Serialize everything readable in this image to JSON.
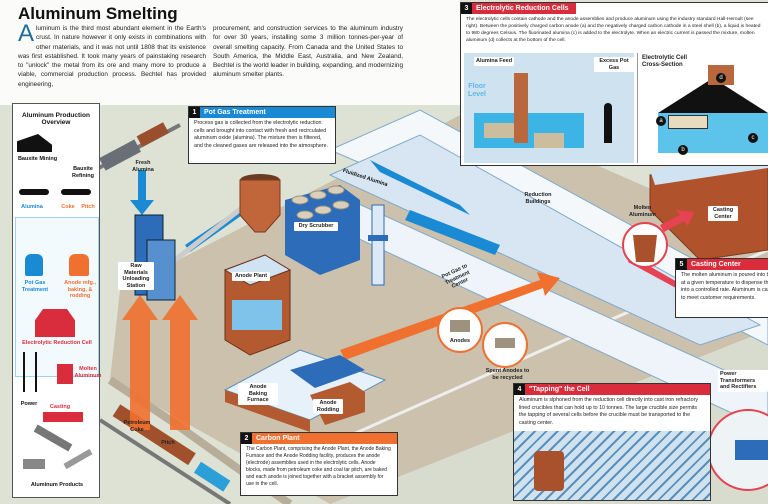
{
  "title": "Aluminum Smelting",
  "intro": {
    "dropcap": "A",
    "col1": "luminum is the third most abundant element in the Earth's crust. In nature however it only exists in combinations with other materials, and it was not until 1808 that its existence was first established. It took many years of painstaking research to \"unlock\" the metal from its ore and many more to produce a viable, commercial production process. Bechtel has provided engineering,",
    "col2": "procurement, and construction services to the aluminum industry for over 30 years, installing some 3 million tonnes-per-year of overall smelting capacity. From Canada and the United States to South America, the Middle East, Australia, and New Zealand, Bechtel is the world leader in building, expanding, and modernizing aluminum smelter plants."
  },
  "overview": {
    "title": "Aluminum Production Overview",
    "bauxite_mining": "Bauxite Mining",
    "bauxite_refining": "Bauxite Refining",
    "alumina": "Alumina",
    "coke": "Coke",
    "pitch": "Pitch",
    "pot_gas": "Pot Gas Treatment",
    "anode_mfg": "Anode mfg., baking, & rodding",
    "cell": "Electrolytic Reduction Cell",
    "molten": "Molten Aluminum",
    "power": "Power",
    "casting": "Casting",
    "products": "Aluminum Products"
  },
  "callouts": [
    {
      "num": "1",
      "title": "Pot Gas Treatment",
      "color": "#1a8ad4",
      "text": "Process gas is collected from the electrolytic reduction cells and brought into contact with fresh and recirculated aluminum oxide (alumina). The mixture then is filtered, and the cleaned gases are released into the atmosphere."
    },
    {
      "num": "2",
      "title": "Carbon Plant",
      "color": "#f07030",
      "text": "The Carbon Plant, comprising the Anode Plant, the Anode Baking Furnace and the Anode Rodding facility, produces the anode (electrode) assemblies used in the electrolytic cells. Anode blocks, made from petroleum coke and coal tar pitch, are baked and each anode is joined together with a bracket assembly for use in the cell."
    },
    {
      "num": "3",
      "title": "Electrolytic Reduction Cells",
      "color": "#d92c3c",
      "text": "The electrolytic cells contain cathode and the anode assemblies and produce aluminum using the industry standard Hall-Heroult (see right). Between the positively charged carbon anode (a) and the negatively charged carbon cathode in a steel shell (b), a liquid is heated to 980 degrees Celsius. The fluorinated alumina (c) is added to the electrolyte. When an electric current is passed the mixture, molten aluminum (d) collects at the bottom of the cell."
    },
    {
      "num": "4",
      "title": "\"Tapping\" the Cell",
      "color": "#d92c3c",
      "text": "Aluminum is siphoned from the reduction cell directly into cast iron refractory lined crucibles that can hold up to 10 tonnes. The large crucible size permits the tapping of several cells before the crucible must be transported to the casting center."
    },
    {
      "num": "5",
      "title": "Casting Center",
      "color": "#d92c3c",
      "text": "The molten aluminum is poured into the molten metal at a given temperature to dispense the liquid aluminum into a controlled rate. Aluminum is cast into and sizes to meet customer requirements."
    }
  ],
  "cell_diagram": {
    "alumina_feed": "Alumina Feed",
    "excess_pot_gas": "Excess Pot Gas",
    "floor_level": "Floor Level",
    "cross_section": "Electrolytic Cell Cross-Section",
    "markers": [
      "a",
      "b",
      "c",
      "d"
    ]
  },
  "labels": {
    "fresh_alumina": "Fresh Alumina",
    "raw_materials": "Raw Materials Unloading Station",
    "anode_plant": "Anode Plant",
    "dry_scrubber": "Dry Scrubber",
    "fluidized_alumina": "Fluidized Alumina",
    "pot_gas_duct": "Pot Gas to Treatment Center",
    "reduction_buildings": "Reduction Buildings",
    "molten_aluminum": "Molten Aluminum",
    "casting_center": "Casting Center",
    "anodes": "Anodes",
    "spent_anodes": "Spent Anodes to be recycled",
    "baking_furnace": "Anode Baking Furnace",
    "rodding": "Anode Rodding",
    "petroleum_coke": "Petroleum Coke",
    "pitch": "Pitch",
    "power_transformers": "Power Transformers and Rectifiers"
  },
  "colors": {
    "alumina_blue": "#1a8ad4",
    "carbon_orange": "#f07030",
    "cell_red": "#d92c3c",
    "dropcap": "#1d6f9a"
  }
}
